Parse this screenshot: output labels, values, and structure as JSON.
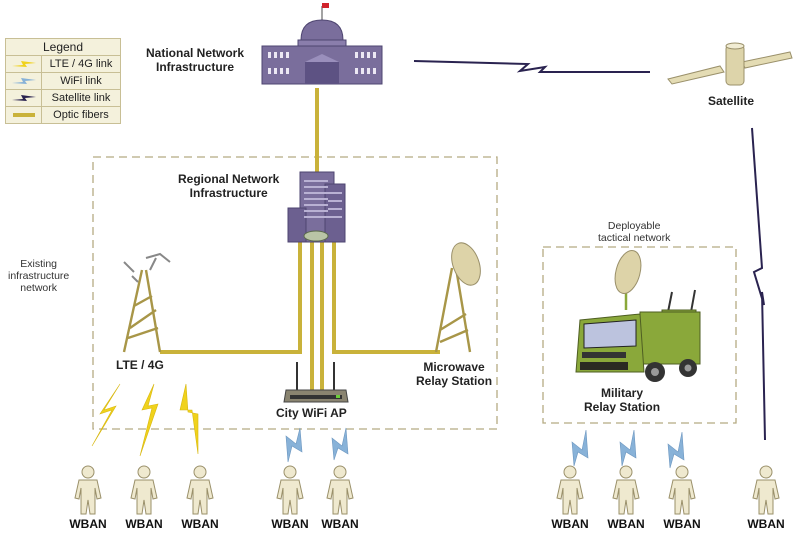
{
  "legend": {
    "title": "Legend",
    "items": [
      {
        "label": "LTE / 4G link",
        "icon": "lte-link-icon",
        "color": "#f0d21c"
      },
      {
        "label": "WiFi link",
        "icon": "wifi-link-icon",
        "color": "#88b2d8"
      },
      {
        "label": "Satellite link",
        "icon": "satellite-link-icon",
        "color": "#2a2350"
      },
      {
        "label": "Optic fibers",
        "icon": "optic-fiber-icon",
        "color": "#c9b23a"
      }
    ]
  },
  "nodes": {
    "national": {
      "line1": "National Network",
      "line2": "Infrastructure"
    },
    "satellite": {
      "label": "Satellite"
    },
    "regional": {
      "line1": "Regional Network",
      "line2": "Infrastructure"
    },
    "lte": {
      "label": "LTE / 4G"
    },
    "wifi_ap": {
      "label": "City WiFi AP"
    },
    "microwave": {
      "line1": "Microwave",
      "line2": "Relay Station"
    },
    "military": {
      "line1": "Military",
      "line2": "Relay Station"
    }
  },
  "groups": {
    "existing": {
      "line1": "Existing",
      "line2": "infrastructure",
      "line3": "network"
    },
    "tactical": {
      "line1": "Deployable",
      "line2": "tactical network"
    }
  },
  "wban": {
    "label": "WBAN",
    "count": 9
  },
  "colors": {
    "fiber": "#c9b23a",
    "lte": "#f0d21c",
    "wifi": "#88b2d8",
    "satellite": "#2a2350",
    "building": "#7a6e9c",
    "truck": "#8aa83a",
    "dashed": "#b5aa82",
    "person": "#efe9cf"
  }
}
